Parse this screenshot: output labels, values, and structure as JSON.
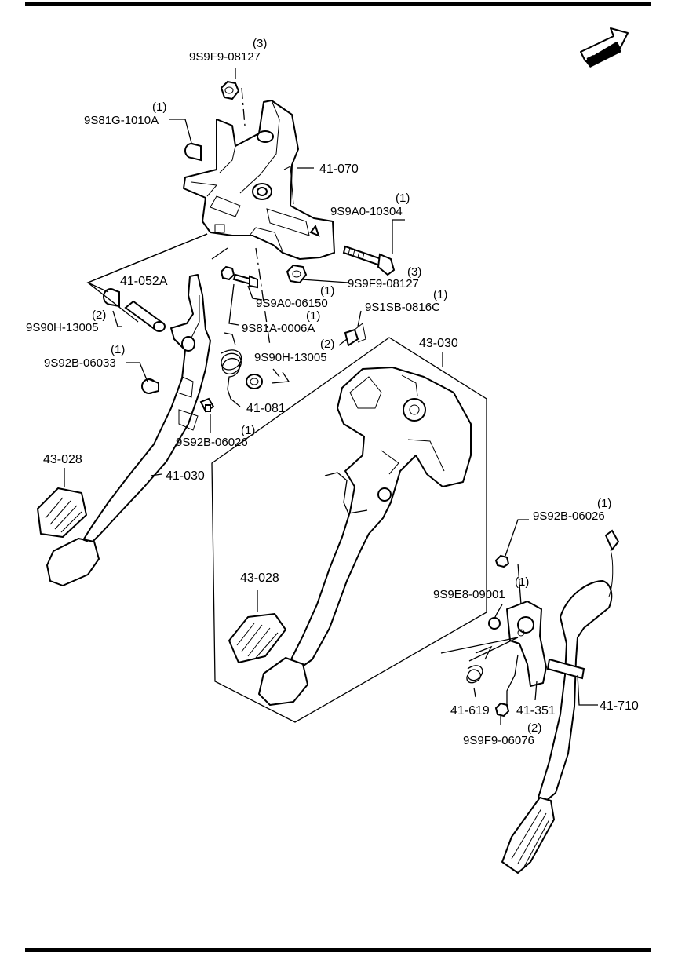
{
  "fwd_label": "FWD",
  "callouts": [
    {
      "qty": "(3)",
      "part": "9S9F9-08127"
    },
    {
      "qty": "(1)",
      "part": "9S81G-1010A"
    },
    {
      "qty": "",
      "part": "41-070"
    },
    {
      "qty": "(1)",
      "part": "9S9A0-10304"
    },
    {
      "qty": "(3)",
      "part": "9S9F9-08127"
    },
    {
      "qty": "",
      "part": "41-052A"
    },
    {
      "qty": "(1)",
      "part": "9S9A0-06150"
    },
    {
      "qty": "(1)",
      "part": "9S1SB-0816C"
    },
    {
      "qty": "(2)",
      "part": "9S90H-13005"
    },
    {
      "qty": "(1)",
      "part": "9S81A-0006A"
    },
    {
      "qty": "(1)",
      "part": "9S92B-06033"
    },
    {
      "qty": "(2)",
      "part": "9S90H-13005"
    },
    {
      "qty": "",
      "part": "43-030"
    },
    {
      "qty": "",
      "part": "41-081"
    },
    {
      "qty": "(1)",
      "part": "9S92B-06026"
    },
    {
      "qty": "",
      "part": "43-028"
    },
    {
      "qty": "",
      "part": "41-030"
    },
    {
      "qty": "",
      "part": "43-028"
    },
    {
      "qty": "(1)",
      "part": "9S92B-06026"
    },
    {
      "qty": "(1)",
      "part": "9S9E8-09001"
    },
    {
      "qty": "",
      "part": "41-619"
    },
    {
      "qty": "",
      "part": "41-351"
    },
    {
      "qty": "",
      "part": "41-710"
    },
    {
      "qty": "(2)",
      "part": "9S9F9-06076"
    }
  ]
}
